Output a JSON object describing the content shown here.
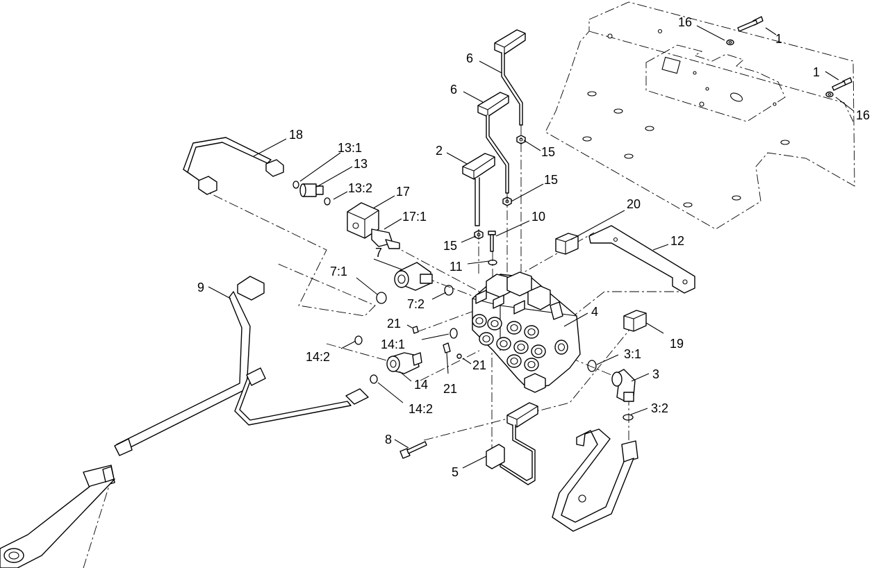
{
  "callouts": [
    {
      "id": "c16a",
      "text": "16"
    },
    {
      "id": "c1a",
      "text": "1"
    },
    {
      "id": "c1b",
      "text": "1"
    },
    {
      "id": "c16b",
      "text": "16"
    },
    {
      "id": "c6a",
      "text": "6"
    },
    {
      "id": "c6b",
      "text": "6"
    },
    {
      "id": "c15a",
      "text": "15"
    },
    {
      "id": "c2",
      "text": "2"
    },
    {
      "id": "c15b",
      "text": "15"
    },
    {
      "id": "c15c",
      "text": "15"
    },
    {
      "id": "c10",
      "text": "10"
    },
    {
      "id": "c20",
      "text": "20"
    },
    {
      "id": "c12",
      "text": "12"
    },
    {
      "id": "c11",
      "text": "11"
    },
    {
      "id": "c18",
      "text": "18"
    },
    {
      "id": "c13_1",
      "text": "13:1"
    },
    {
      "id": "c13",
      "text": "13"
    },
    {
      "id": "c13_2",
      "text": "13:2"
    },
    {
      "id": "c17",
      "text": "17"
    },
    {
      "id": "c17_1",
      "text": "17:1"
    },
    {
      "id": "c7",
      "text": "7"
    },
    {
      "id": "c7_1",
      "text": "7:1"
    },
    {
      "id": "c7_2",
      "text": "7:2"
    },
    {
      "id": "c9",
      "text": "9"
    },
    {
      "id": "c4",
      "text": "4"
    },
    {
      "id": "c21a",
      "text": "21"
    },
    {
      "id": "c14_1",
      "text": "14:1"
    },
    {
      "id": "c14_2a",
      "text": "14:2"
    },
    {
      "id": "c21b",
      "text": "21"
    },
    {
      "id": "c21c",
      "text": "21"
    },
    {
      "id": "c14",
      "text": "14"
    },
    {
      "id": "c14_2b",
      "text": "14:2"
    },
    {
      "id": "c19",
      "text": "19"
    },
    {
      "id": "c3_1",
      "text": "3:1"
    },
    {
      "id": "c3",
      "text": "3"
    },
    {
      "id": "c3_2",
      "text": "3:2"
    },
    {
      "id": "c8",
      "text": "8"
    },
    {
      "id": "c5",
      "text": "5"
    }
  ]
}
